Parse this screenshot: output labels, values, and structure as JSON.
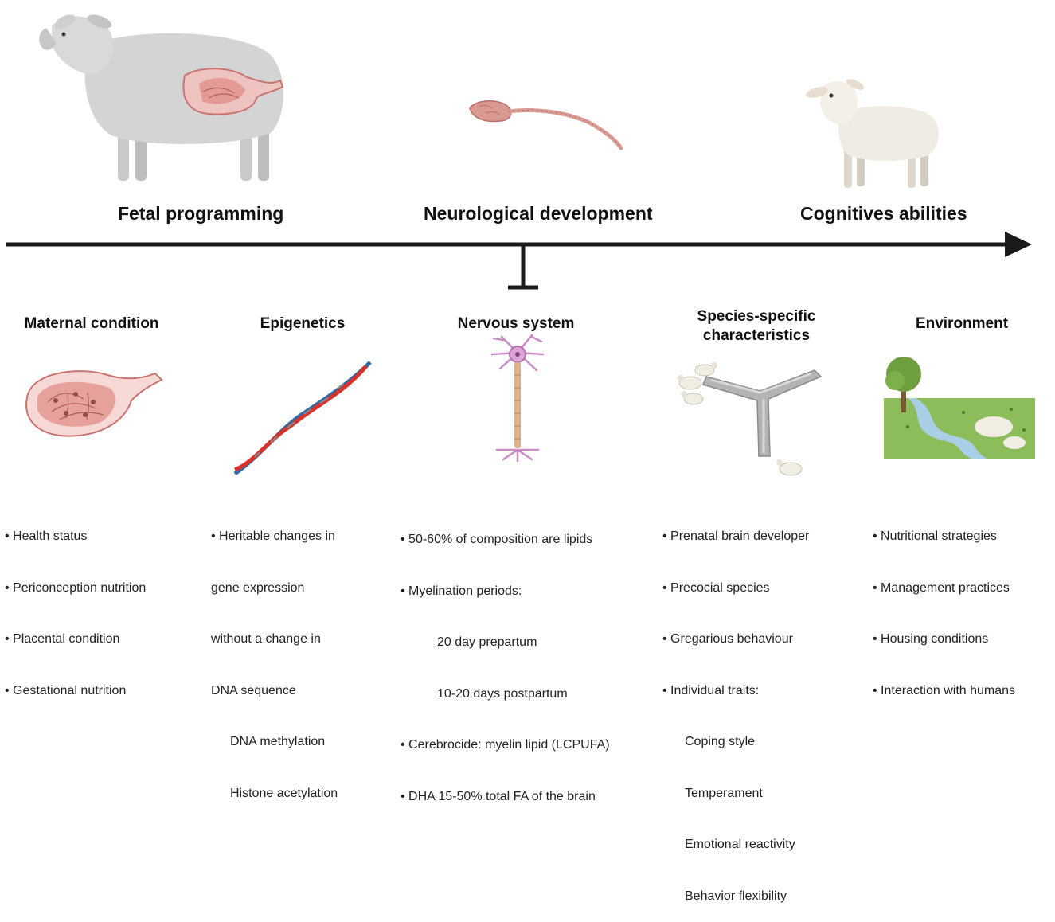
{
  "stages": {
    "fetal": "Fetal programming",
    "neuro": "Neurological development",
    "cognitive": "Cognitives abilities"
  },
  "columns": {
    "maternal": {
      "title": "Maternal condition",
      "items": [
        "Health status",
        "Periconception nutrition",
        "Placental condition",
        "Gestational nutrition"
      ]
    },
    "epigenetics": {
      "title": "Epigenetics",
      "items": [
        "Heritable changes in",
        "gene expression",
        "without a change in",
        "DNA sequence",
        "DNA methylation",
        "Histone acetylation"
      ]
    },
    "nervous": {
      "title": "Nervous system",
      "items": [
        "50-60% of composition are lipids",
        "Myelination periods:",
        "20 day prepartum",
        "10-20 days postpartum",
        "Cerebrocide: myelin lipid (LCPUFA)",
        "DHA 15-50% total FA of the brain"
      ]
    },
    "species": {
      "title_line1": "Species-specific",
      "title_line2": "characteristics",
      "items": [
        "Prenatal brain developer",
        "Precocial species",
        "Gregarious behaviour",
        "Individual traits:",
        "Coping style",
        "Temperament",
        "Emotional reactivity",
        "Behavior flexibility"
      ]
    },
    "environment": {
      "title": "Environment",
      "items": [
        "Nutritional strategies",
        "Management practices",
        "Housing conditions",
        "Interaction with humans"
      ]
    }
  },
  "icons": [
    "sheep-icon",
    "uterus-fetus-icon",
    "brain-spinal-cord-icon",
    "lamb-icon",
    "dna-helix-icon",
    "neuron-icon",
    "y-maze-icon",
    "landscape-icon"
  ],
  "colors": {
    "arrow": "#1a1a1a",
    "tissue": "#e8a0a0",
    "dna_red": "#d8322a",
    "dna_blue": "#2d6ca8",
    "neuron": "#c98bc6",
    "grass": "#7fb24d",
    "river": "#a9cfe6"
  }
}
